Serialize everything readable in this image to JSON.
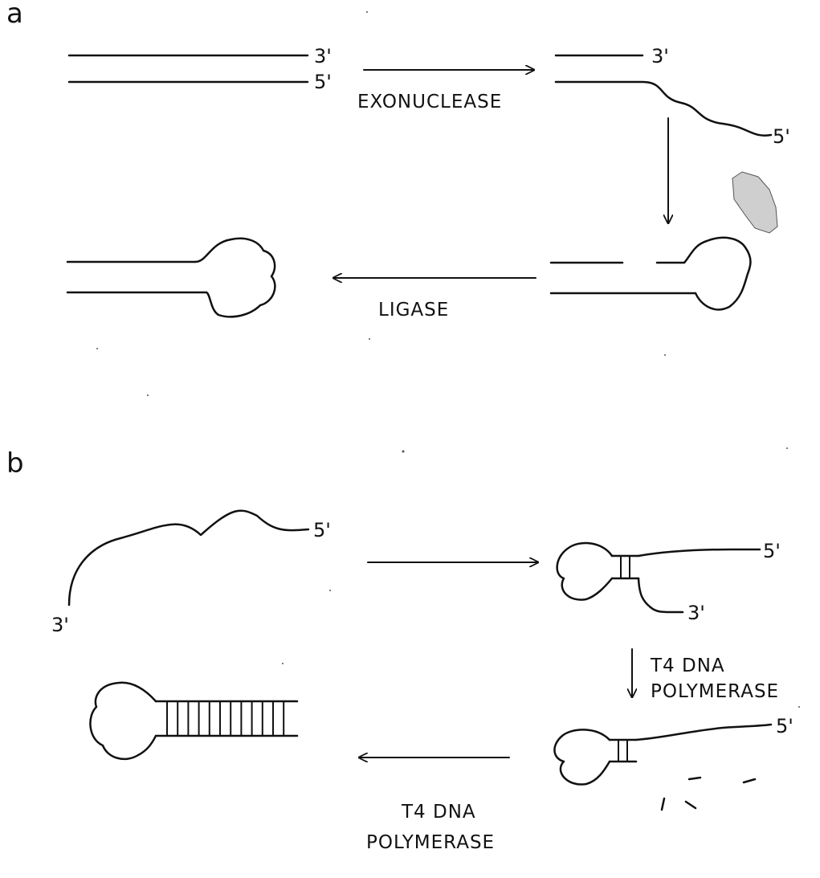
{
  "panel_a": {
    "label": "a",
    "duplex": {
      "top_end": "3'",
      "bottom_end": "5'"
    },
    "enzymes": [
      "EXONUCLEASE",
      "LIGASE"
    ],
    "resected": {
      "top_end": "3'",
      "tail_end": "5'"
    }
  },
  "panel_b": {
    "label": "b",
    "single_strand": {
      "end_5": "5'",
      "end_3": "3'"
    },
    "hairpin": {
      "end_5": "5'",
      "end_3": "3'"
    },
    "trimmed": {
      "end_5": "5'"
    },
    "enzymes": [
      {
        "line1": "T4 DNA",
        "line2": "POLYMERASE"
      },
      {
        "line1": "T4 DNA",
        "line2": "POLYMERASE"
      }
    ]
  },
  "colors": {
    "ink": "#111111",
    "background": "#ffffff"
  }
}
